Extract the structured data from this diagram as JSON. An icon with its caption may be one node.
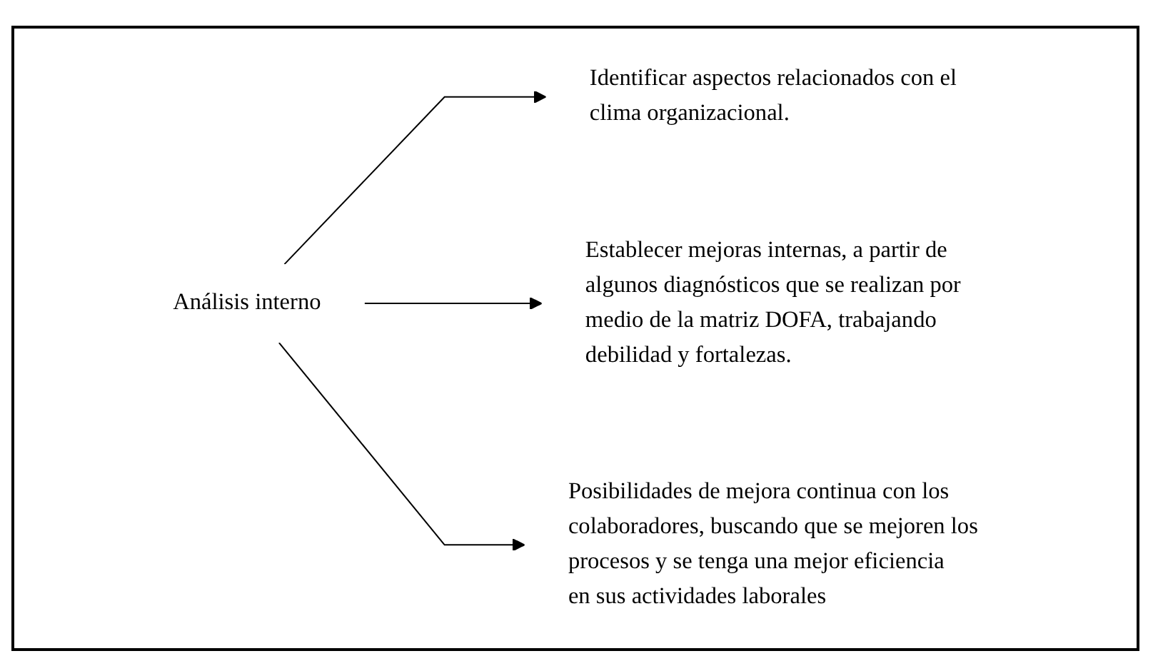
{
  "diagram": {
    "nodes": [
      {
        "text": [
          "Análisis interno"
        ]
      },
      {
        "text": [
          "Identificar aspectos relacionados con el clima organizacional."
        ]
      },
      {
        "text": [
          "Establecer mejoras internas, a partir de algunos diagnósticos que se realizan por medio de la matriz DOFA, trabajando debilidad y fortalezas."
        ]
      },
      {
        "text": [
          "Posibilidades de mejora continua con los colaboradores, buscando que se mejoren los procesos y se tenga una mejor eficiencia en sus actividades laborales"
        ]
      }
    ],
    "edges": [
      {
        "from": 0,
        "to": 1,
        "arrow": "to"
      },
      {
        "from": 0,
        "to": 2,
        "arrow": "to"
      },
      {
        "from": 0,
        "to": 3,
        "arrow": "to"
      }
    ]
  }
}
